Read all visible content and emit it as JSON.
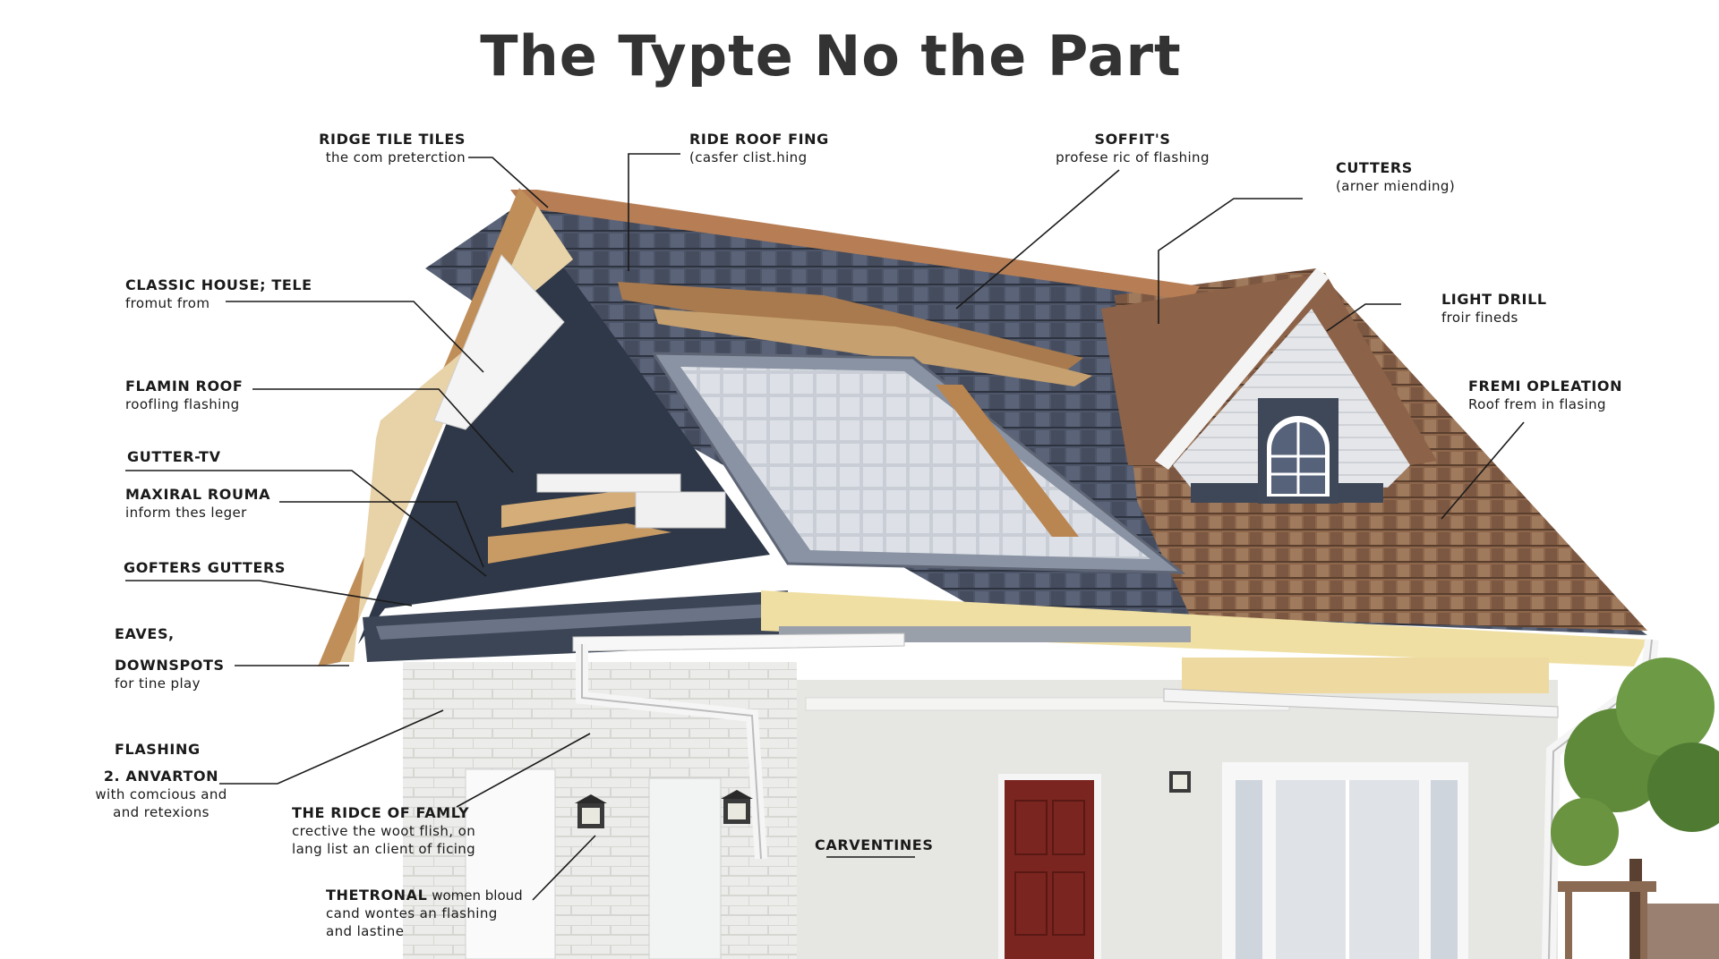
{
  "title": "The Typte No the Part",
  "colors": {
    "tile_dark": "#4a5264",
    "tile_brown": "#8a6248",
    "fascia_wood": "#c89a60",
    "wall": "#e6e6e3",
    "door": "#7a2520",
    "trim": "#f7f7f5",
    "leader": "#1a1a1a"
  },
  "labels": {
    "ridge_tile": {
      "heading": "RIDGE TILE TILES",
      "sub": "the com preterction"
    },
    "ride_roof": {
      "heading": "RIDE ROOF FING",
      "sub": "(casfer clist.hing"
    },
    "soffits": {
      "heading": "SOFFIT'S",
      "sub": "profese ric of flashing"
    },
    "cutters": {
      "heading": "CUTTERS",
      "sub": "(arner miending)"
    },
    "classic_house": {
      "heading": "CLASSIC HOUSE; TELE",
      "sub": "fromut from"
    },
    "light_drill": {
      "heading": "LIGHT DRILL",
      "sub": "froir fineds"
    },
    "flamin_roof": {
      "heading": "FLAMIN ROOF",
      "sub": "roofling flashing"
    },
    "fremi_opleation": {
      "heading": "FREMI OPLEATION",
      "sub": "Roof frem in flasing"
    },
    "gutter_tv": {
      "heading": "GUTTER-TV"
    },
    "maxiral_rouma": {
      "heading": "MAXIRAL ROUMA",
      "sub": "inform thes leger"
    },
    "gofters_gutters": {
      "heading": "GOFTERS GUTTERS"
    },
    "eaves": {
      "heading": "EAVES,"
    },
    "downspots": {
      "heading": "DOWNSPOTS",
      "sub": "for tine play"
    },
    "flashing": {
      "heading": "FLASHING"
    },
    "anvarton": {
      "heading": "2. ANVARTON",
      "sub": "with comcious and",
      "sub2": "and retexions"
    },
    "ridce_family": {
      "heading": "THE RIDCE OF FAMLY",
      "sub": "crective the woot flish, on",
      "sub2": "lang list an client of ficing"
    },
    "thetronal": {
      "heading": "THETRONAL",
      "heading_rest": " women bloud",
      "sub": "cand wontes an flashing",
      "sub2": "and lastine"
    },
    "carventines": {
      "heading": "CARVENTINES"
    }
  },
  "icons": [
    "wall-lantern-icon",
    "arched-window-icon",
    "downspout-pipe-icon",
    "tree-icon"
  ]
}
